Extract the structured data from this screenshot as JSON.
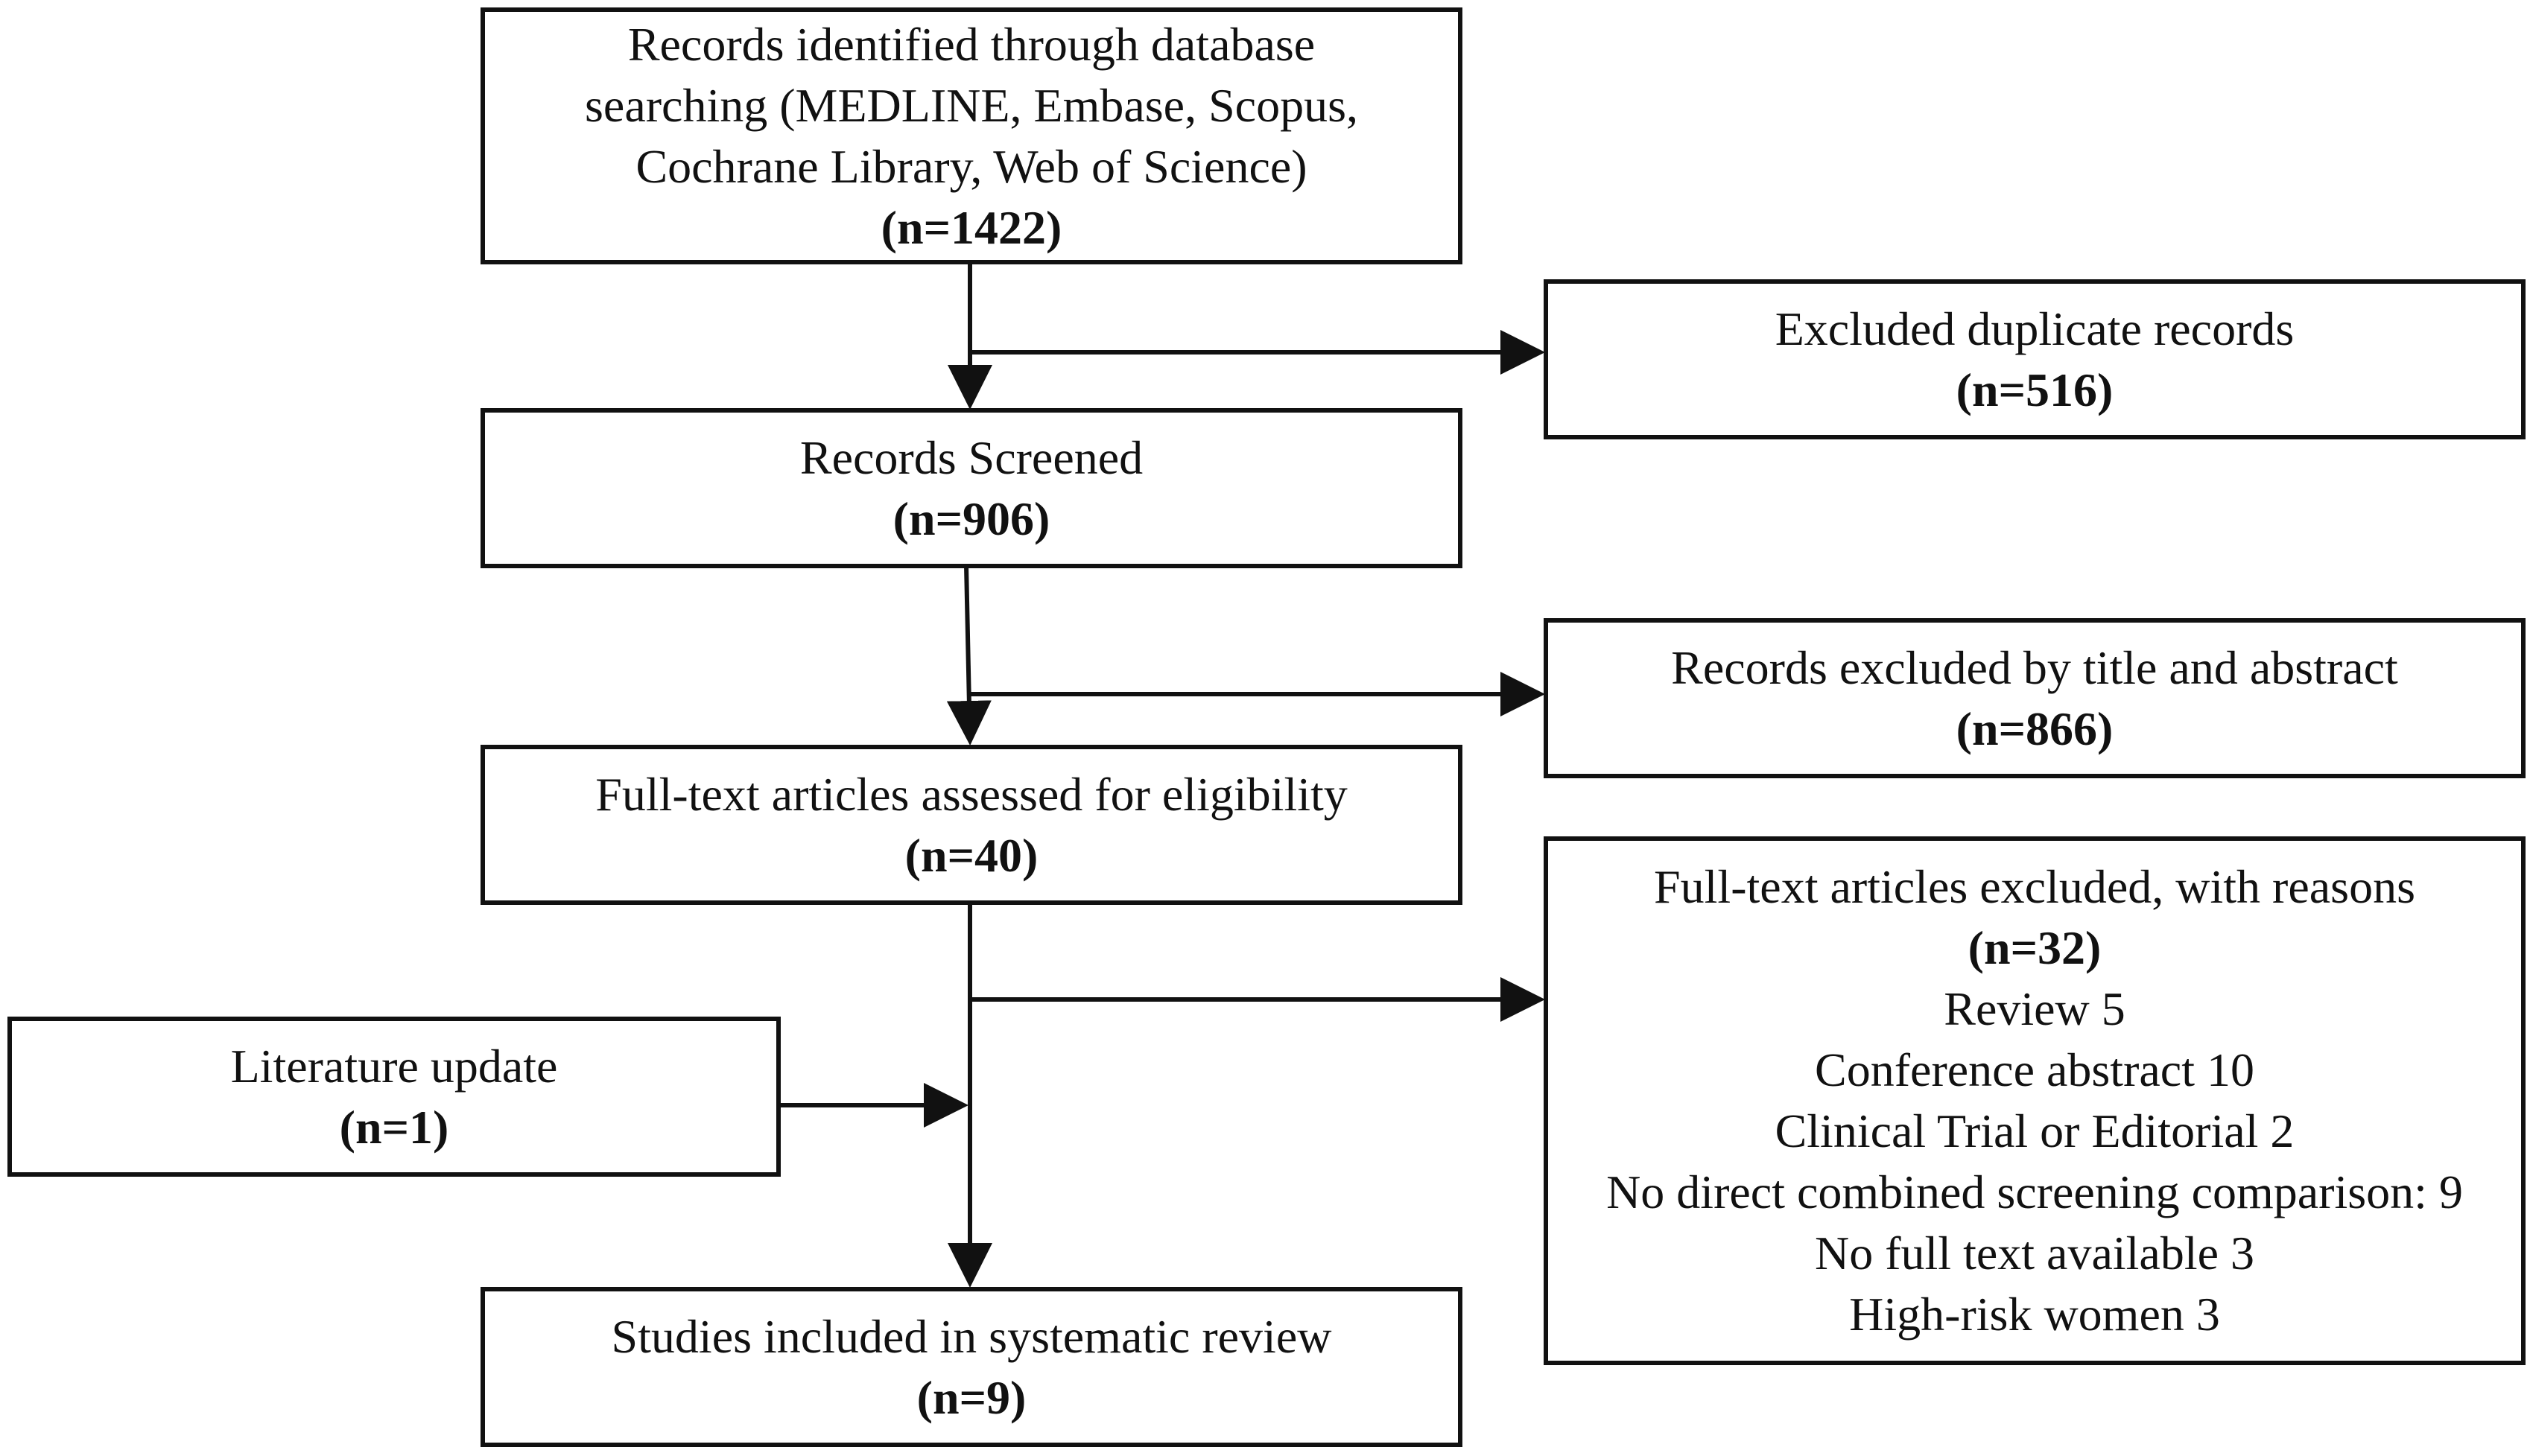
{
  "identification": {
    "lines": [
      "Records identified through database",
      "searching (MEDLINE, Embase, Scopus,",
      "Cochrane Library, Web of Science)"
    ],
    "count": "(n=1422)"
  },
  "duplicates": {
    "label": "Excluded duplicate records",
    "count": "(n=516)"
  },
  "screened": {
    "label": "Records Screened",
    "count": "(n=906)"
  },
  "title_abstract_excluded": {
    "label": "Records excluded by title and abstract",
    "count": "(n=866)"
  },
  "eligibility": {
    "label": "Full-text articles assessed for eligibility",
    "count": "(n=40)"
  },
  "fulltext_excluded": {
    "label": "Full-text articles excluded, with reasons",
    "count": "(n=32)",
    "reasons": [
      "Review 5",
      "Conference abstract 10",
      "Clinical Trial or Editorial 2",
      "No direct combined screening comparison: 9",
      "No full text available 3",
      "High-risk women 3"
    ]
  },
  "literature_update": {
    "label": "Literature update",
    "count": "(n=1)"
  },
  "included": {
    "label": "Studies included in systematic review",
    "count": "(n=9)"
  }
}
